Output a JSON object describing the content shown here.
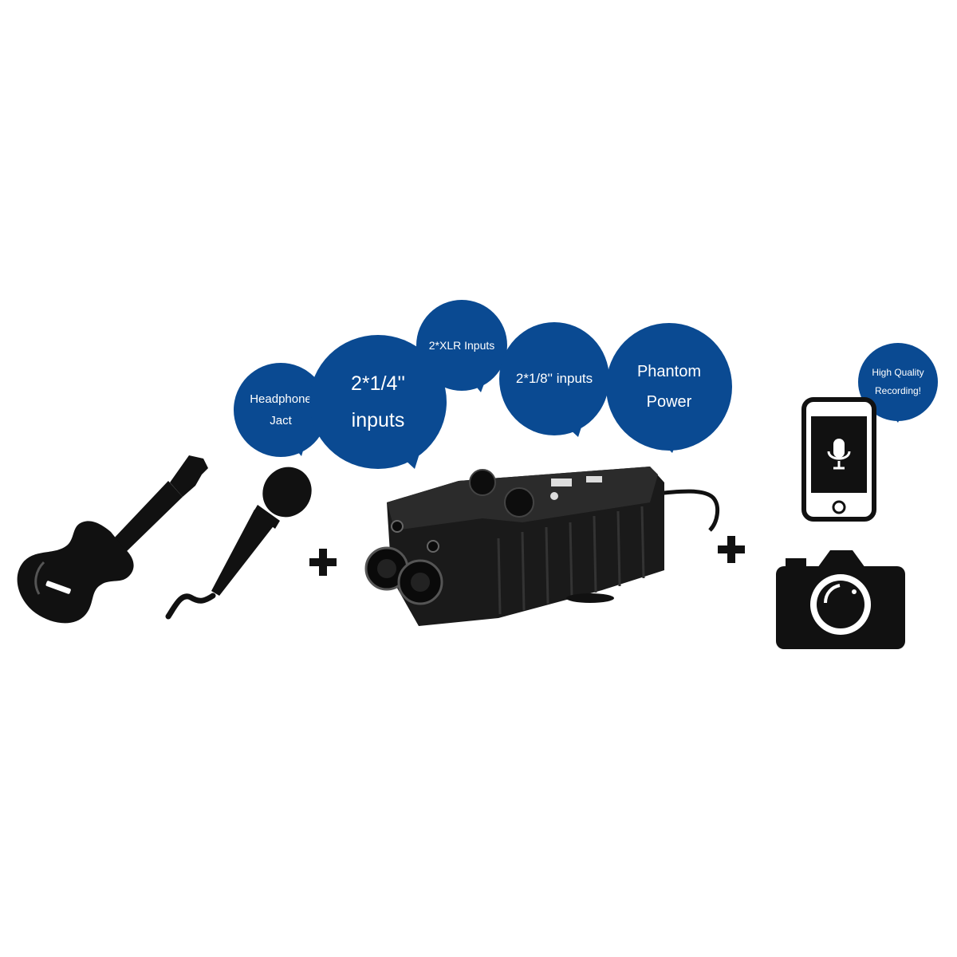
{
  "bubbles": {
    "headphone": {
      "line1": "Headphone",
      "line2": "Jact"
    },
    "quarter_inputs": {
      "line1": "2*1/4''",
      "line2": "inputs"
    },
    "xlr_inputs": {
      "label": "2*XLR Inputs"
    },
    "eighth_inputs": {
      "label": "2*1/8'' inputs"
    },
    "phantom_power": {
      "line1": "Phantom",
      "line2": "Power"
    },
    "high_quality": {
      "line1": "High Quality",
      "line2": "Recording!"
    }
  },
  "icons": {
    "guitar": "guitar-icon",
    "microphone": "microphone-icon",
    "device": "audio-adapter-device",
    "phone": "smartphone-mic-icon",
    "camera": "camera-icon"
  },
  "colors": {
    "bubble_blue": "#0a4a92",
    "icon_black": "#111111"
  }
}
